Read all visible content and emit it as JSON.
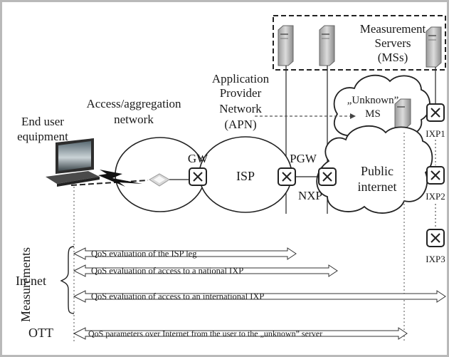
{
  "labels": {
    "measurement_servers": [
      "Measurement",
      "Servers",
      "(MSs)"
    ],
    "apn": [
      "Application",
      "Provider",
      "Network",
      "(APN)"
    ],
    "access_network": [
      "Access/aggregation",
      "network"
    ],
    "end_user": [
      "End user",
      "equipment"
    ],
    "unknown_ms": [
      "„Unknown”",
      "MS"
    ],
    "gw": "GW",
    "isp": "ISP",
    "pgw": "PGW",
    "nxp": "NXP",
    "public_internet": [
      "Public",
      "internet"
    ],
    "ixp1": "IXP1",
    "ixp2": "IXP2",
    "ixp3": "IXP3"
  },
  "measurements": {
    "title": "Measurements",
    "in_net": "In-net",
    "ott": "OTT",
    "arrows": [
      "QoS evaluation of the ISP leg",
      "QoS evaluation of access to a national IXP",
      "QoS evaluation of access to an international IXP",
      "QoS parameters over Internet from the user to the „unknown” server"
    ]
  }
}
